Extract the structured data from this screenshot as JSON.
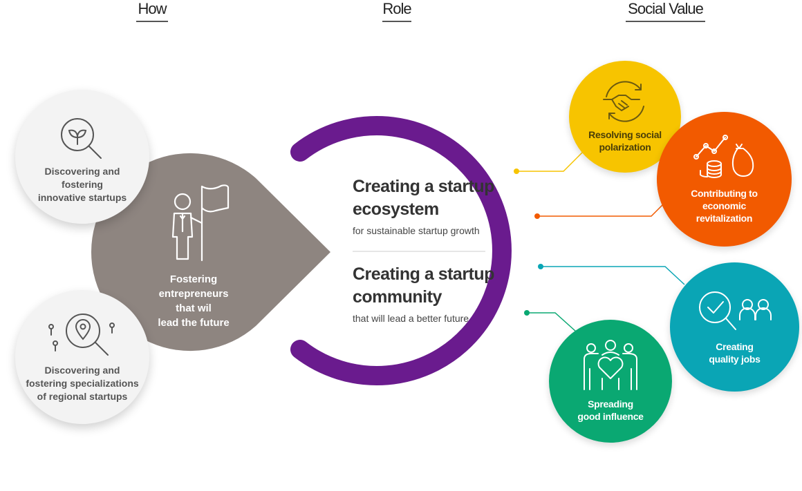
{
  "headers": {
    "how": "How",
    "role": "Role",
    "social_value": "Social Value"
  },
  "how": {
    "items": [
      {
        "label_lines": [
          "Discovering and",
          "fostering",
          "innovative startups"
        ],
        "icon": "magnifier-sprout-icon"
      },
      {
        "label_lines": [
          "Discovering and",
          "fostering specializations",
          "of regional startups"
        ],
        "icon": "magnifier-location-pin-icon"
      }
    ],
    "center": {
      "label_lines": [
        "Fostering",
        "entrepreneurs",
        "that wil",
        "lead the future"
      ],
      "icon": "person-with-flag-icon",
      "color": "#8e8580"
    }
  },
  "role": {
    "ring_color": "#6a1b8e",
    "items": [
      {
        "title_lines": [
          "Creating a startup",
          "ecosystem"
        ],
        "subtitle": "for sustainable startup growth"
      },
      {
        "title_lines": [
          "Creating a startup",
          "community"
        ],
        "subtitle": "that will lead a better future"
      }
    ]
  },
  "social_values": [
    {
      "label_lines": [
        "Resolving social",
        "polarization"
      ],
      "color": "#f7c400",
      "icon": "handshake-icon"
    },
    {
      "label_lines": [
        "Contributing to",
        "economic",
        "revitalization"
      ],
      "color": "#f25a00",
      "icon": "growth-coins-icon"
    },
    {
      "label_lines": [
        "Creating",
        "quality jobs"
      ],
      "color": "#0aa5b5",
      "icon": "magnifier-check-people-icon"
    },
    {
      "label_lines": [
        "Spreading",
        "good influence"
      ],
      "color": "#0aa872",
      "icon": "people-heart-icon"
    }
  ]
}
